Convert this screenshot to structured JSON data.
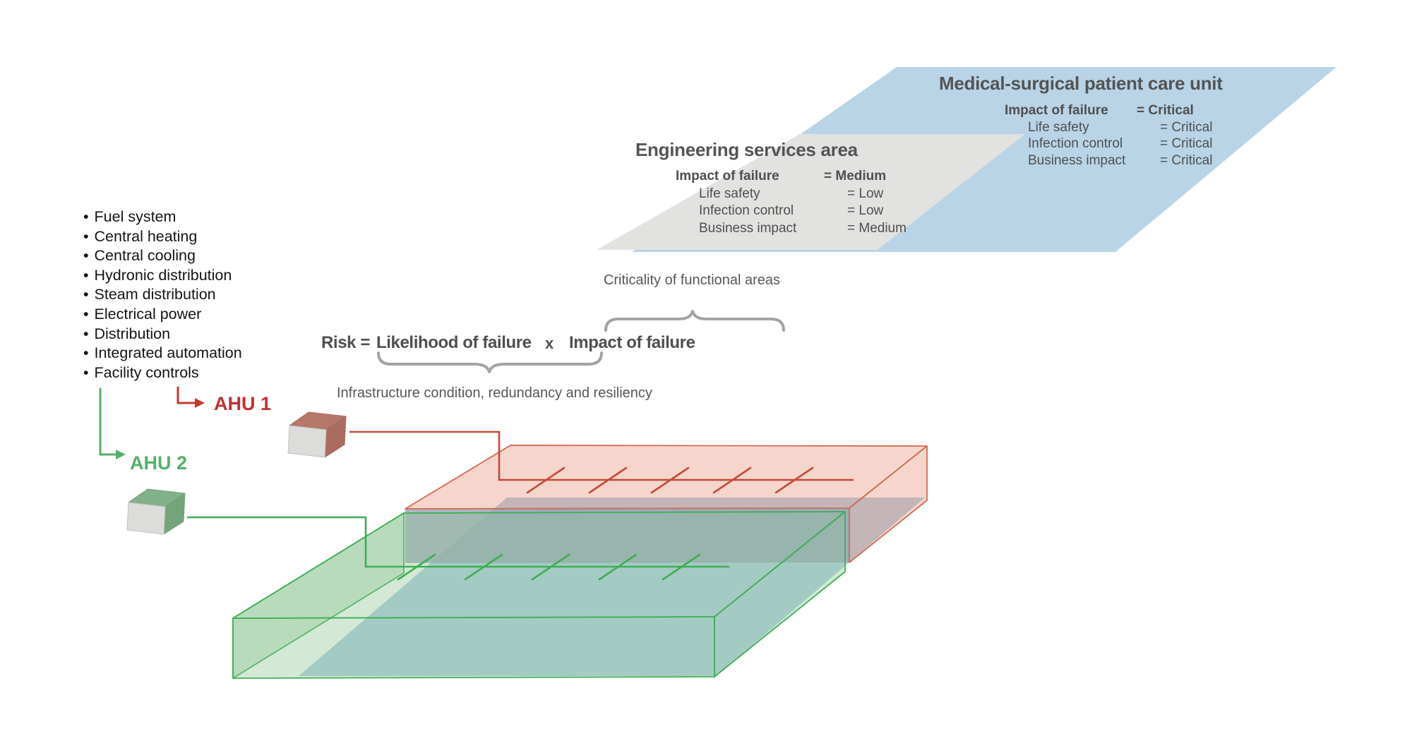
{
  "palette": {
    "medical_plate_blue": "#b9d4e7",
    "engineering_plate_gray": "#e2e2e0",
    "floor_plate_blue": "#b4cfe0",
    "shadow_slate": "#9aa0b4",
    "red_zone_fill": "#e47e66",
    "red_zone_stroke": "#cf6b52",
    "red_accent": "#c02f33",
    "green_zone_stroke": "#3fae54",
    "green_accent": "#55b069",
    "text_dark_gray": "#4f4f4f",
    "brace_gray": "#a3a3a3",
    "cube_face_gray": "#dcdcda",
    "cube_red_top": "#b57769",
    "cube_green_top": "#82b088"
  },
  "systems": {
    "bullet": "•",
    "items": [
      "Fuel system",
      "Central heating",
      "Central cooling",
      "Hydronic distribution",
      "Steam distribution",
      "Electrical power",
      "Distribution",
      "Integrated automation",
      "Facility controls"
    ]
  },
  "ahu1": {
    "label": "AHU 1"
  },
  "ahu2": {
    "label": "AHU 2"
  },
  "formula": {
    "risk_eq": "Risk =",
    "likelihood": "Likelihood of failure",
    "times": "x",
    "impact": "Impact of failure",
    "under_brace_label": "Infrastructure condition, redundancy and resiliency",
    "over_brace_label": "Criticality of functional areas"
  },
  "engineering_area": {
    "title": "Engineering services area",
    "rows": [
      {
        "label": "Impact of failure",
        "value": "= Medium"
      },
      {
        "label": "Life safety",
        "value": "= Low"
      },
      {
        "label": "Infection control",
        "value": "= Low"
      },
      {
        "label": "Business impact",
        "value": "= Medium"
      }
    ]
  },
  "medical_area": {
    "title": "Medical-surgical patient care unit",
    "rows": [
      {
        "label": "Impact of failure",
        "value": "= Critical"
      },
      {
        "label": "Life safety",
        "value": "= Critical"
      },
      {
        "label": "Infection control",
        "value": "= Critical"
      },
      {
        "label": "Business impact",
        "value": "= Critical"
      }
    ]
  }
}
